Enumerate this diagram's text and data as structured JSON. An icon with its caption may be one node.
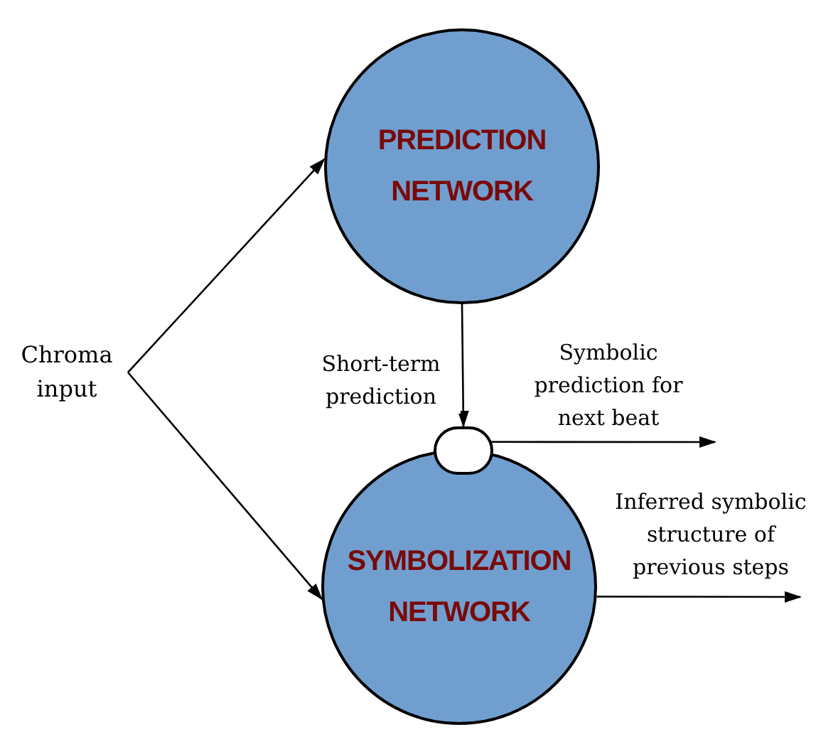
{
  "diagram": {
    "nodes": [
      {
        "text": [
          "Chroma input"
        ]
      },
      {
        "text": [
          "PREDICTION NETWORK"
        ]
      },
      {
        "text": [
          "SYMBOLIZATION NETWORK"
        ]
      },
      {
        "text": [],
        "shape": "circle"
      }
    ],
    "edges": [
      {
        "from": 0,
        "to": 1,
        "arrow": "to"
      },
      {
        "from": 0,
        "to": 2,
        "arrow": "to"
      },
      {
        "from": 1,
        "to": 3,
        "arrow": "to",
        "label": "Short-term prediction"
      },
      {
        "from": 3,
        "to": null,
        "arrow": "to",
        "label": "Symbolic prediction for next beat"
      },
      {
        "from": 2,
        "to": null,
        "arrow": "to",
        "label": "Inferred symbolic structure of previous steps"
      }
    ]
  }
}
